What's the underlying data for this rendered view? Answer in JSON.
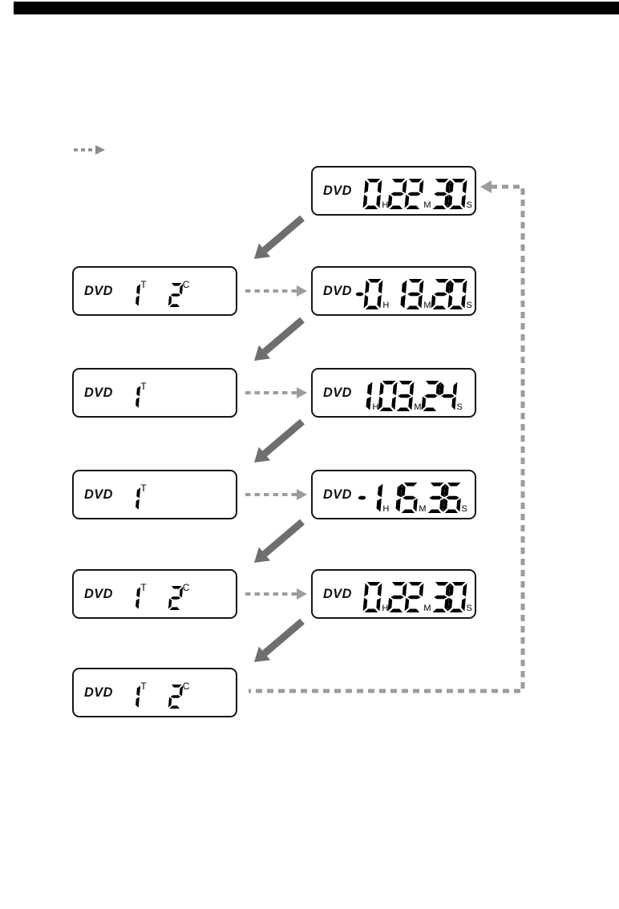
{
  "page": {
    "top_bar_color": "#000000",
    "background": "#ffffff"
  },
  "palette": {
    "display_border": "#161616",
    "digit_ink": "#000000",
    "dashed_arrow_gray": "#9c9c9c",
    "start_arrow_gray": "#8c8c8c",
    "diagonal_arrow_gray": "#6e6e6e"
  },
  "icons": {
    "start_arrow": "dashed-right-arrow",
    "state_link_arrow": "dashed-right-arrow",
    "advance_arrow": "solid-diagonal-down-left-arrow",
    "return_path": "dashed-elbow-left-arrow"
  },
  "displays": {
    "box1r": {
      "brand": "DVD",
      "tokens": [
        {
          "digits": "0",
          "unit": "H",
          "unitPos": "sub",
          "gap": 14
        },
        {
          "digits": "22",
          "unit": "M",
          "unitPos": "sub"
        },
        {
          "digits": "30",
          "unit": "S",
          "unitPos": "sub"
        }
      ]
    },
    "box2l": {
      "brand": "DVD",
      "tokens": [
        {
          "digits": "1",
          "unit": "T",
          "unitPos": "sup",
          "gap": 26
        },
        {
          "digits": "2",
          "unit": "C",
          "unitPos": "sup",
          "gap": 27
        }
      ]
    },
    "box2r": {
      "brand": "DVD",
      "tokens": [
        {
          "minus": true,
          "gap": 2
        },
        {
          "digits": "0",
          "unit": "H",
          "unitPos": "sub"
        },
        {
          "digits": "13",
          "unit": "M",
          "unitPos": "sub",
          "gap": 12
        },
        {
          "digits": "20",
          "unit": "S",
          "unitPos": "sub"
        }
      ]
    },
    "box3l": {
      "brand": "DVD",
      "tokens": [
        {
          "digits": "1",
          "unit": "T",
          "unitPos": "sup",
          "gap": 26
        }
      ]
    },
    "box3r": {
      "brand": "DVD",
      "tokens": [
        {
          "digits": "1",
          "unit": "H",
          "unitPos": "sub",
          "gap": 15
        },
        {
          "digits": "03",
          "unit": "M",
          "unitPos": "sub"
        },
        {
          "digits": "24",
          "unit": "S",
          "unitPos": "sub"
        }
      ]
    },
    "box4l": {
      "brand": "DVD",
      "tokens": [
        {
          "digits": "1",
          "unit": "T",
          "unitPos": "sup",
          "gap": 26
        }
      ]
    },
    "box4r": {
      "brand": "DVD",
      "tokens": [
        {
          "minus": true,
          "gap": 5
        },
        {
          "digits": "1",
          "unit": "H",
          "unitPos": "sub",
          "gap": 10
        },
        {
          "digits": "15",
          "unit": "M",
          "unitPos": "sub",
          "gap": 6
        },
        {
          "digits": "36",
          "unit": "S",
          "unitPos": "sub"
        }
      ]
    },
    "box5l": {
      "brand": "DVD",
      "tokens": [
        {
          "digits": "1",
          "unit": "T",
          "unitPos": "sup",
          "gap": 26
        },
        {
          "digits": "2",
          "unit": "C",
          "unitPos": "sup",
          "gap": 27
        }
      ]
    },
    "box5r": {
      "brand": "DVD",
      "tokens": [
        {
          "digits": "0",
          "unit": "H",
          "unitPos": "sub",
          "gap": 14
        },
        {
          "digits": "22",
          "unit": "M",
          "unitPos": "sub"
        },
        {
          "digits": "30",
          "unit": "S",
          "unitPos": "sub"
        }
      ]
    },
    "box6l": {
      "brand": "DVD",
      "tokens": [
        {
          "digits": "1",
          "unit": "T",
          "unitPos": "sup",
          "gap": 26
        },
        {
          "digits": "2",
          "unit": "C",
          "unitPos": "sup",
          "gap": 27
        }
      ]
    }
  }
}
